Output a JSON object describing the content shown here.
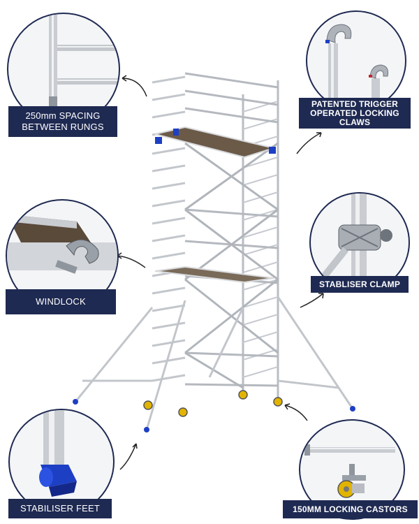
{
  "callouts": {
    "rungs": {
      "line1": "250mm SPACING",
      "line2": "BETWEEN RUNGS"
    },
    "claws": {
      "line1": "PATENTED TRIGGER",
      "line2": "OPERATED LOCKING",
      "line3": "CLAWS"
    },
    "windlock": {
      "label": "WINDLOCK"
    },
    "clamp": {
      "label": "STABLISER CLAMP"
    },
    "feet": {
      "label": "STABILISER FEET"
    },
    "castors": {
      "label": "150MM LOCKING CASTORS"
    }
  },
  "colors": {
    "label_bg": "#1f2a52",
    "aluminium": "#c9ccd1",
    "accent_blue": "#1d3fc4",
    "accent_yellow": "#e2b400",
    "deck": "#5a4a3a"
  }
}
